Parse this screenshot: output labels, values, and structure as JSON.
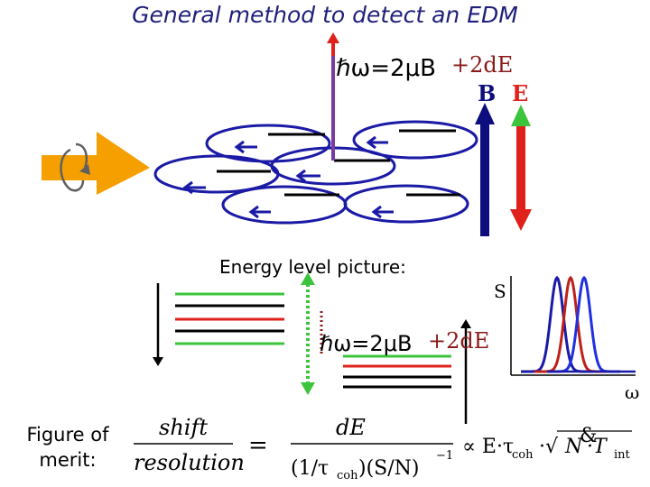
{
  "title": "General method to detect an EDM",
  "precession_top": {
    "glyphs": "ℏω=2μB",
    "suffix": "+2dE"
  },
  "field_labels": {
    "B": "B",
    "E": "E"
  },
  "energy_label": "Energy level picture:",
  "precession_mid": {
    "glyphs": "ℏω=2μB",
    "suffix": "+2dE"
  },
  "spectrum": {
    "y_label": "S",
    "x_label": "ω"
  },
  "figure_of_merit": {
    "label_line1": "Figure of",
    "label_line2": "merit:",
    "lhs_num": "shift",
    "lhs_den": "resolution",
    "equals": "=",
    "mid_num": "dE",
    "mid_den_a": "(1/τ",
    "mid_den_a_sub": "coh",
    "mid_den_b": ")(S/N)",
    "mid_den_exp": "−1",
    "propto": "∝ E·τ",
    "propto_sub": "coh",
    "sqrt_body": "·√",
    "N": "N",
    "T": "·T",
    "T_sub": "int",
    "dot_glyph": "&"
  },
  "colors": {
    "title": "#1f1f7a",
    "blue": "#1a1aa6",
    "navy": "#0d0d80",
    "red": "#e0201a",
    "green": "#3cc43c",
    "purple": "#7a3a9e",
    "orange": "#f5a000",
    "darkred": "#8a1a1a"
  }
}
